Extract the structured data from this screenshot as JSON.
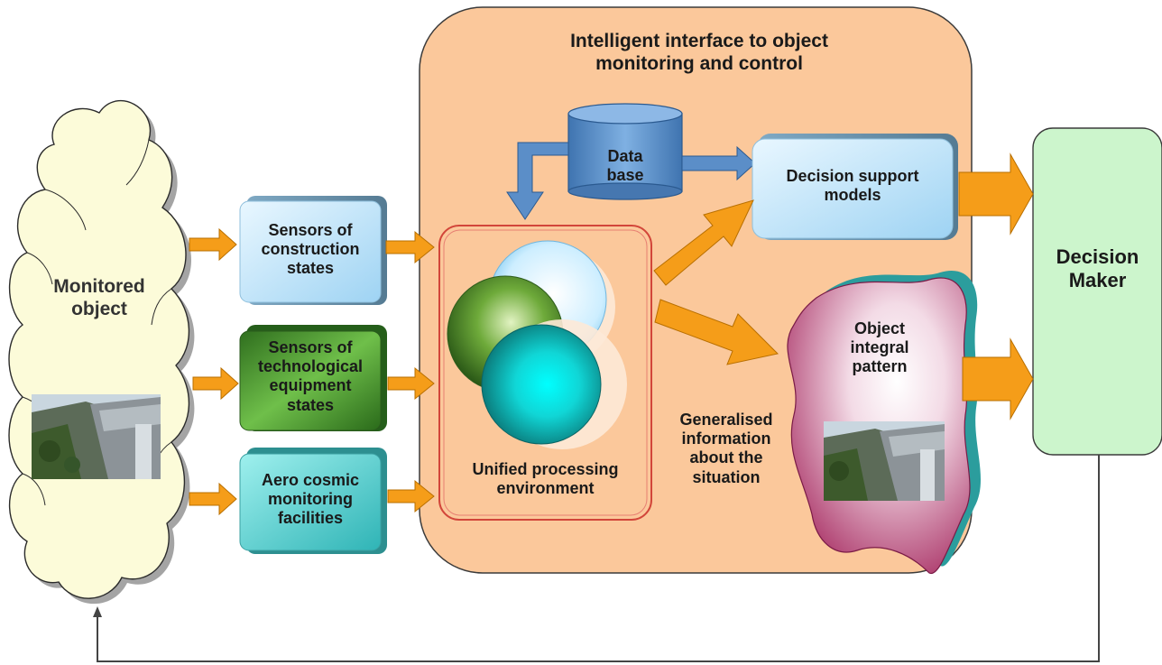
{
  "monitored_object": {
    "lines": [
      "Monitored",
      "object"
    ]
  },
  "sensors": [
    {
      "lines": [
        "Sensors of",
        "construction",
        "states"
      ],
      "color": "#bfe4f7"
    },
    {
      "lines": [
        "Sensors of",
        "technological",
        "equipment",
        "states"
      ],
      "color": "#3f8e2a"
    },
    {
      "lines": [
        "Aero cosmic",
        "monitoring",
        "facilities"
      ],
      "color": "#4fc9c9"
    }
  ],
  "interface": {
    "title_lines": [
      "Intelligent interface to object",
      "monitoring and control"
    ],
    "color": "#fbc89b"
  },
  "database": {
    "lines": [
      "Data",
      "base"
    ],
    "color": "#5b8ec8"
  },
  "unified": {
    "lines": [
      "Unified processing",
      "environment"
    ]
  },
  "decision_support": {
    "lines": [
      "Decision support",
      "models"
    ],
    "color": "#bfe4f7"
  },
  "integral_pattern": {
    "lines": [
      "Object",
      "integral",
      "pattern"
    ],
    "color": "#b0306a"
  },
  "generalised": {
    "lines": [
      "Generalised",
      "information",
      "about the",
      "situation"
    ]
  },
  "decision_maker": {
    "lines": [
      "Decision",
      "Maker"
    ],
    "color": "#ccf5cc"
  },
  "colors": {
    "arrow": "#f59d19",
    "arrow_edge": "#b86f00",
    "feedback": "#444444"
  }
}
